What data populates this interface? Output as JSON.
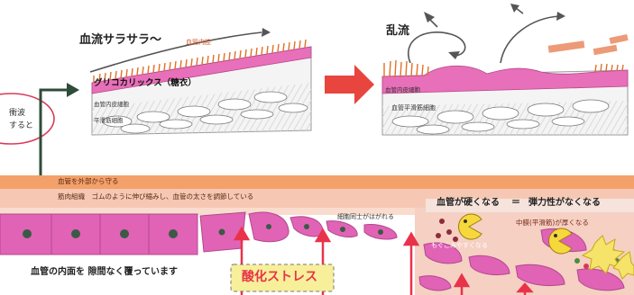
{
  "top": {
    "left_panel": {
      "title": "血流サラサラ〜",
      "lumen_label": "血管内腔",
      "glycocalyx_label": "グリコカリックス（糖衣）",
      "endothelial_label": "血管内皮細胞",
      "smooth_muscle_label": "平滑筋細胞"
    },
    "right_panel": {
      "title": "乱流",
      "endothelial_label": "血管内皮細胞",
      "smooth_muscle_label": "血管平滑筋細胞"
    },
    "side_note_line1": "衝波",
    "side_note_line2": "すると"
  },
  "bottom": {
    "band_outer_label": "血管を外部から守る",
    "band_middle_label": "筋肉組織　ゴムのように伸び縮みし、血管の太さを調節している",
    "gap_label": "細胞同士がはがれる",
    "endothelium_caption": "血管の内面を 隙間なく覆っています",
    "stress_label": "酸化ストレス",
    "hardening": {
      "title_left": "血管が硬くなる",
      "equals": "＝",
      "title_right": "弾力性がなくなる",
      "intima_label": "中膜(平滑筋)が厚くなる",
      "infiltration_label": "もぐこみやすくなる"
    }
  },
  "colors": {
    "outer_band": "#f3a06a",
    "middle_band": "#f6c8b3",
    "endothelial_pink": "#e063b6",
    "arrow_red": "#e8334a",
    "stress_box": "#f7ef9a",
    "dark_green": "#2f4b3a"
  }
}
